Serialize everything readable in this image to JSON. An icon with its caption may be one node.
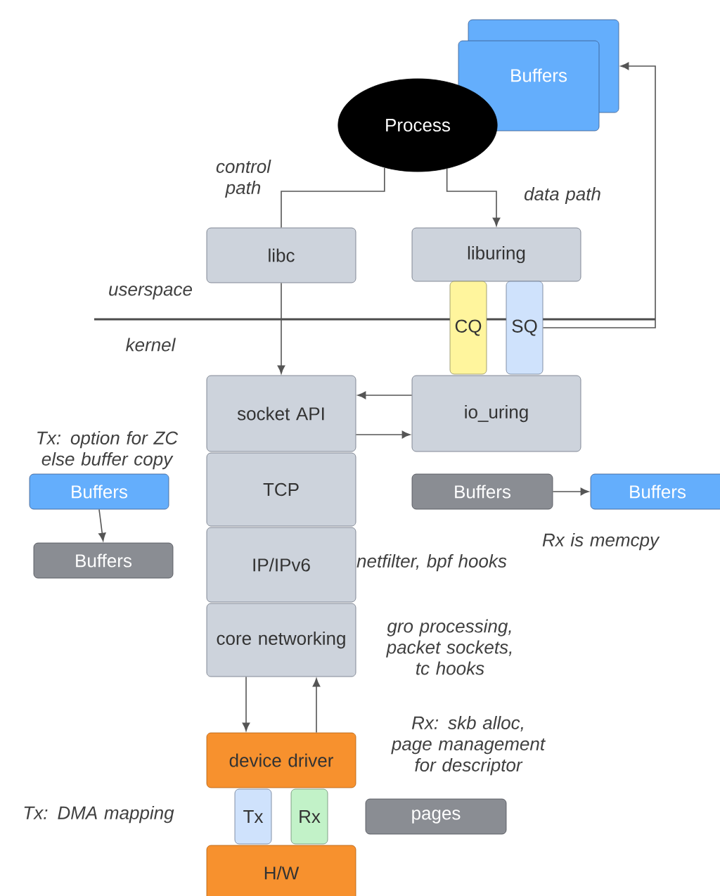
{
  "diagram": {
    "nodes": [
      {
        "text": [
          "Buffers"
        ]
      },
      {
        "text": [
          "Process"
        ]
      },
      {
        "text": [
          "libc"
        ]
      },
      {
        "text": [
          "liburing"
        ]
      },
      {
        "text": [
          "CQ"
        ]
      },
      {
        "text": [
          "SQ"
        ]
      },
      {
        "text": [
          "socket API"
        ]
      },
      {
        "text": [
          "io_uring"
        ]
      },
      {
        "text": [
          "TCP"
        ]
      },
      {
        "text": [
          "IP/IPv6"
        ]
      },
      {
        "text": [
          "core networking"
        ]
      },
      {
        "text": [
          "device driver"
        ]
      },
      {
        "text": [
          "Tx"
        ]
      },
      {
        "text": [
          "Rx"
        ]
      },
      {
        "text": [
          "H/W"
        ]
      },
      {
        "text": [
          "Buffers"
        ]
      },
      {
        "text": [
          "Buffers"
        ]
      },
      {
        "text": [
          "Buffers"
        ]
      },
      {
        "text": [
          "Buffers"
        ]
      },
      {
        "text": [
          "pages"
        ]
      }
    ],
    "edges": [
      {
        "from": 1,
        "to": 2,
        "arrow": "none",
        "label": "control path"
      },
      {
        "from": 1,
        "to": 3,
        "arrow": "to",
        "label": "data path"
      },
      {
        "from": 2,
        "to": 6,
        "arrow": "to"
      },
      {
        "from": 7,
        "to": 6,
        "arrow": "to"
      },
      {
        "from": 6,
        "to": 7,
        "arrow": "to"
      },
      {
        "from": 5,
        "to": 0,
        "arrow": "to"
      },
      {
        "from": 15,
        "to": 16,
        "arrow": "to"
      },
      {
        "from": 17,
        "to": 18,
        "arrow": "to"
      },
      {
        "from": 10,
        "to": 11,
        "arrow": "to"
      },
      {
        "from": 11,
        "to": 10,
        "arrow": "to"
      }
    ],
    "labels": [
      "userspace",
      "kernel",
      "Tx: option for ZC else buffer copy",
      "Rx is memcpy",
      "netfilter, bpf hooks",
      "gro processing, packet sockets, tc hooks",
      "Rx: skb alloc, page management for descriptor",
      "Tx: DMA mapping"
    ]
  }
}
